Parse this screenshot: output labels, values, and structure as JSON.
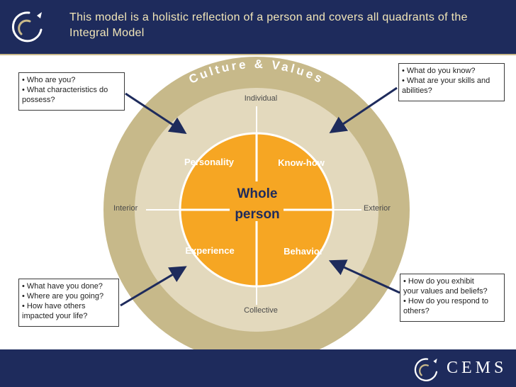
{
  "header": {
    "title": "This model is a holistic reflection of a person and covers all quadrants of the Integral Model",
    "logo_icon": "cems-swirl-icon"
  },
  "diagram": {
    "ring_label": "Culture & Values",
    "center_label_line1": "Whole",
    "center_label_line2": "person",
    "axis_labels": {
      "top": "Individual",
      "bottom": "Collective",
      "left": "Interior",
      "right": "Exterior"
    },
    "quadrants": {
      "top_left": "Personality",
      "top_right": "Know-how",
      "bottom_left": "Experience",
      "bottom_right": "Behavior"
    },
    "colors": {
      "outer_ring": "#c7b98a",
      "quadrant_fill": "#f6a623",
      "quadrant_text": "#ffffff",
      "center_text": "#1e2b5c",
      "arrow": "#1e2b5c"
    }
  },
  "callouts": {
    "top_left": [
      "• Who are you?",
      "• What characteristics do",
      "possess?"
    ],
    "top_right": [
      "• What do you know?",
      "• What are your skills and",
      "abilities?"
    ],
    "bottom_left": [
      "• What have you done?",
      "• Where are you going?",
      "• How have others",
      "impacted your life?"
    ],
    "bottom_right": [
      "• How do you exhibit",
      "your values and beliefs?",
      "• How do you respond to",
      "others?"
    ]
  },
  "footer": {
    "brand": "CEMS",
    "logo_icon": "cems-swirl-icon"
  }
}
